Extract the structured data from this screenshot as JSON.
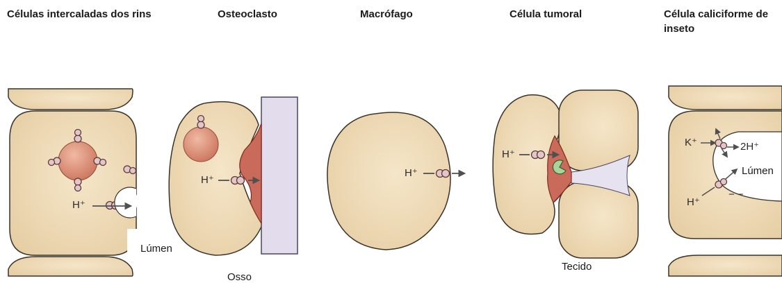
{
  "panels": [
    {
      "title": "Células intercaladas dos rins",
      "labels": {
        "proton": "H⁺",
        "lumen": "Lúmen"
      }
    },
    {
      "title": "Osteoclasto",
      "labels": {
        "proton": "H⁺",
        "bone": "Osso"
      }
    },
    {
      "title": "Macrófago",
      "labels": {
        "proton": "H⁺"
      }
    },
    {
      "title": "Célula tumoral",
      "labels": {
        "proton": "H⁺",
        "tissue": "Tecido"
      }
    },
    {
      "title": "Célula caliciforme de inseto",
      "labels": {
        "potassium": "K⁺",
        "two_protons": "2H⁺",
        "proton": "H⁺",
        "lumen": "Lúmen",
        "negative_charges": "− −"
      }
    }
  ],
  "colors": {
    "cell_fill": "#ecd6b0",
    "cell_stroke": "#3a3228",
    "organelle": "#d98a72",
    "pump": "#e4c6c8",
    "bone": "#e2dcec",
    "resorption": "#c96a5a",
    "arrow": "#505050"
  }
}
